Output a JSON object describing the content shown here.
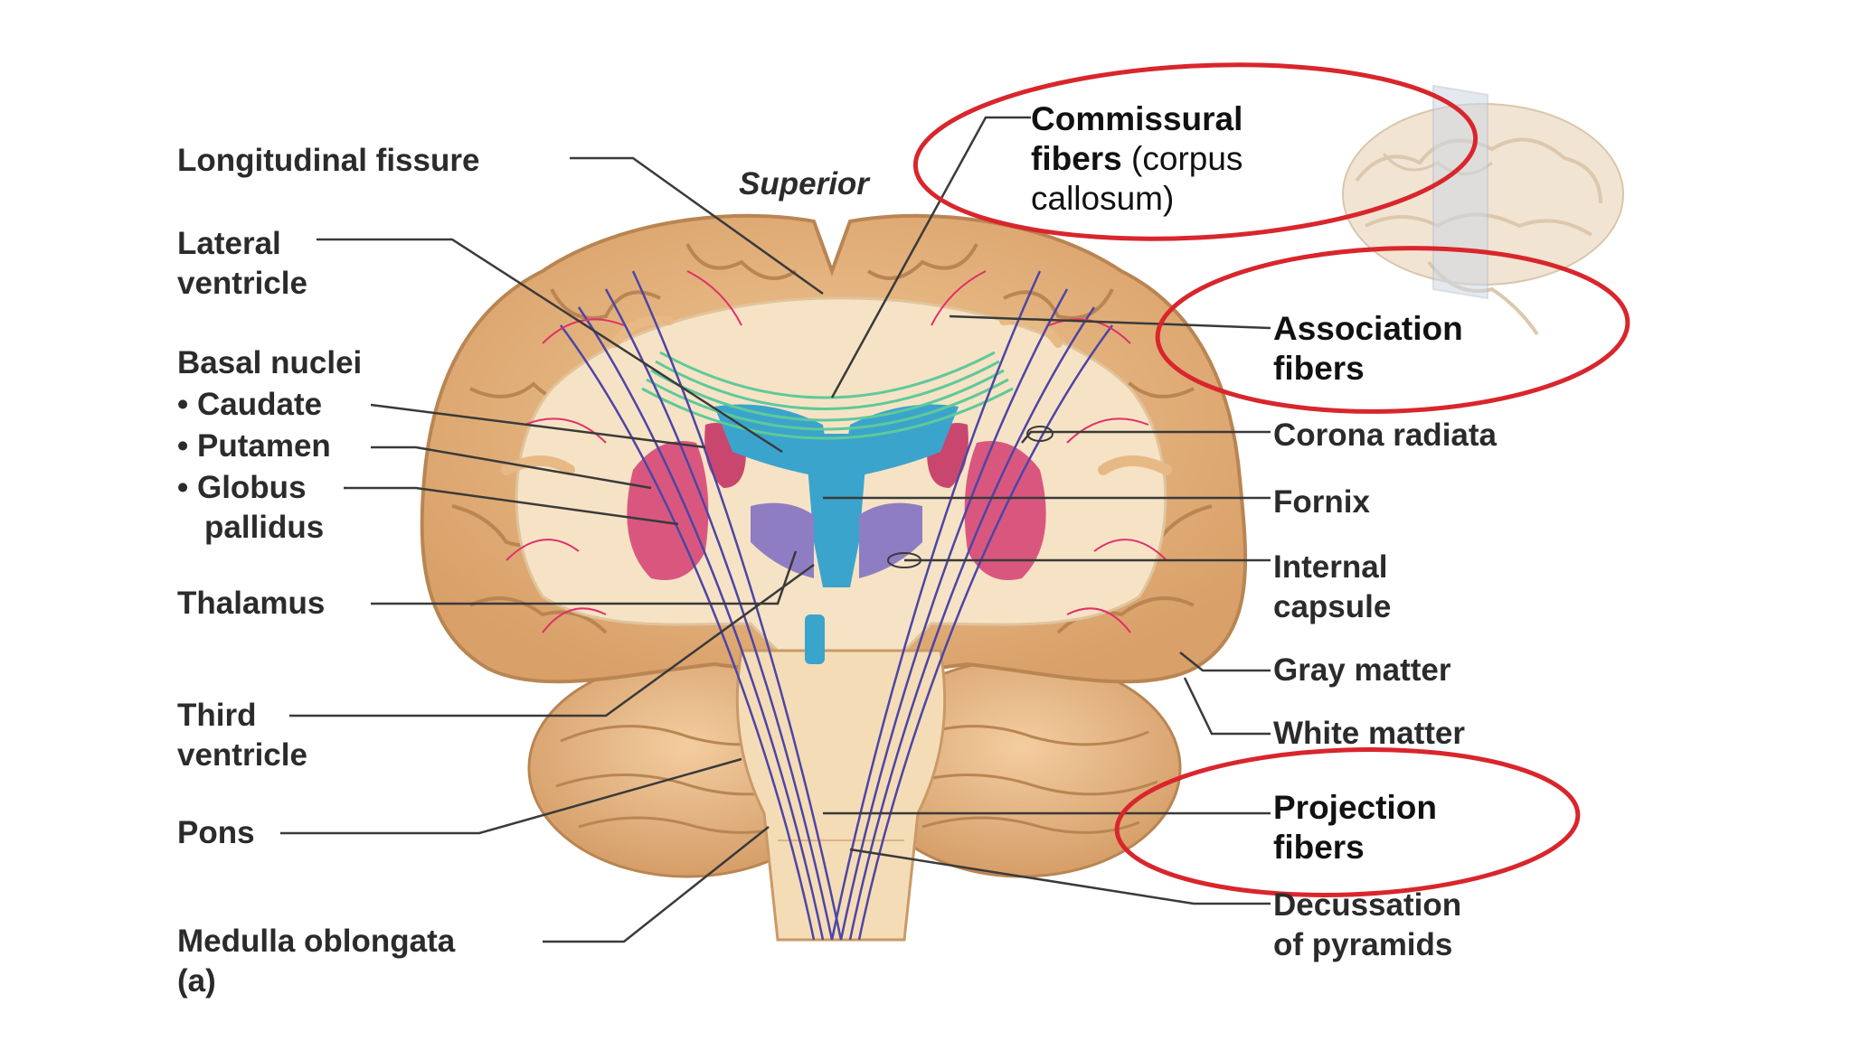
{
  "colors": {
    "cortex": "#e3b27e",
    "cortex_edge": "#b98552",
    "white_matter": "#f5e2c4",
    "ventricle": "#3aa4cc",
    "basal_nuclei": "#d9577f",
    "thalamus": "#8f7dc4",
    "projection_fibers": "#4d45a6",
    "commissural_fibers": "#5fc99a",
    "association_fibers": "#e0306a",
    "callout_circle": "#d8262c",
    "leader_line": "#3a3a3a"
  },
  "orientation": "Superior",
  "left_labels": {
    "longitudinal_fissure": "Longitudinal fissure",
    "lateral_ventricle": [
      "Lateral",
      "ventricle"
    ],
    "basal_nuclei": "Basal nuclei",
    "caudate": "• Caudate",
    "putamen": "• Putamen",
    "globus_pallidus": [
      "• Globus",
      "pallidus"
    ],
    "thalamus": "Thalamus",
    "third_ventricle": [
      "Third",
      "ventricle"
    ],
    "pons": "Pons",
    "medulla_oblongata": "Medulla oblongata",
    "panel": "(a)"
  },
  "right_labels": {
    "commissural_fibers": [
      "Commissural",
      "fibers",
      " (corpus",
      "callosum)"
    ],
    "association_fibers": [
      "Association",
      "fibers"
    ],
    "corona_radiata": "Corona radiata",
    "fornix": "Fornix",
    "internal_capsule": [
      "Internal",
      "capsule"
    ],
    "gray_matter": "Gray matter",
    "white_matter": "White matter",
    "projection_fibers": [
      "Projection",
      "fibers"
    ],
    "decussation_of_pyramids": [
      "Decussation",
      "of pyramids"
    ]
  }
}
